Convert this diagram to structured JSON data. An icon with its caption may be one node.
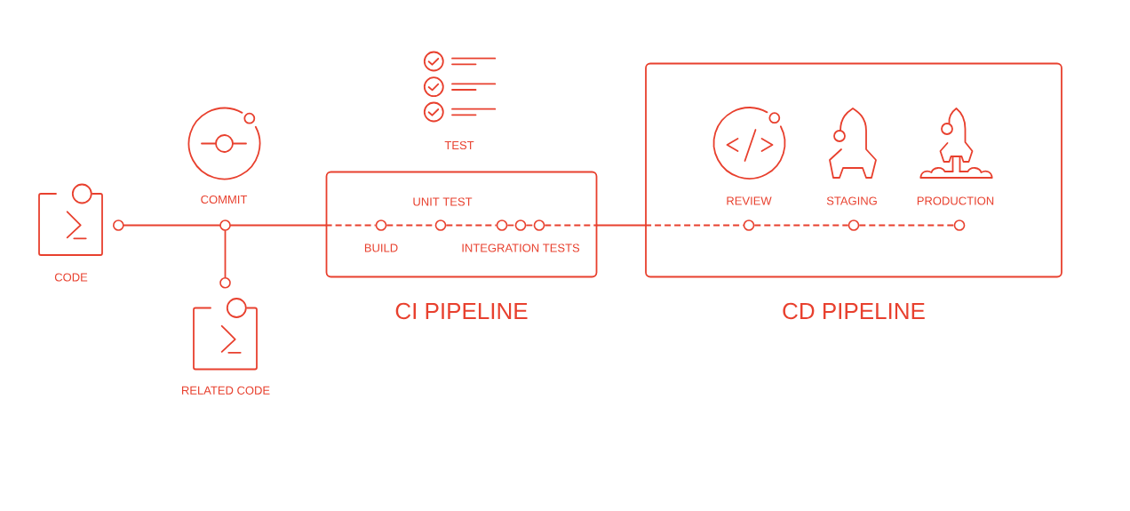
{
  "diagram": {
    "nodes": [
      {
        "text": [],
        "shape": "circle"
      },
      {
        "text": [],
        "shape": "circle",
        "beside": [
          "COMMIT"
        ]
      },
      {
        "text": [],
        "shape": "circle"
      },
      {
        "text": [
          "CI PIPELINE"
        ]
      },
      {
        "text": [],
        "shape": "circle",
        "in": 3,
        "beside": [
          "BUILD"
        ]
      },
      {
        "text": [],
        "shape": "circle",
        "in": 3,
        "beside": [
          "UNIT TEST"
        ]
      },
      {
        "text": [],
        "shape": "circle",
        "in": 3
      },
      {
        "text": [],
        "shape": "circle",
        "in": 3,
        "beside": [
          "INTEGRATION TESTS"
        ]
      },
      {
        "text": [],
        "shape": "circle",
        "in": 3
      },
      {
        "text": [
          "CD PIPELINE"
        ]
      },
      {
        "text": [],
        "shape": "circle",
        "in": 9,
        "beside": [
          "REVIEW"
        ]
      },
      {
        "text": [],
        "shape": "circle",
        "in": 9,
        "beside": [
          "STAGING"
        ]
      },
      {
        "text": [],
        "shape": "circle",
        "in": 9,
        "beside": [
          "PRODUCTION"
        ]
      }
    ],
    "edges": [
      {
        "from": 0,
        "to": 1,
        "arrow": "none"
      },
      {
        "from": 1,
        "to": 2,
        "arrow": "none"
      },
      {
        "from": 1,
        "to": 3,
        "arrow": "none"
      },
      {
        "from": 3,
        "to": 4,
        "arrow": "none",
        "style": "dashed"
      },
      {
        "from": 4,
        "to": 5,
        "arrow": "none",
        "style": "dashed"
      },
      {
        "from": 5,
        "to": 6,
        "arrow": "none",
        "style": "dashed"
      },
      {
        "from": 6,
        "to": 7,
        "arrow": "none",
        "style": "dashed"
      },
      {
        "from": 7,
        "to": 8,
        "arrow": "none",
        "style": "dashed"
      },
      {
        "from": 8,
        "to": 3,
        "arrow": "none",
        "style": "dashed"
      },
      {
        "from": 3,
        "to": 9,
        "arrow": "none"
      },
      {
        "from": 9,
        "to": 10,
        "arrow": "none",
        "style": "dashed"
      },
      {
        "from": 10,
        "to": 11,
        "arrow": "none",
        "style": "dashed"
      },
      {
        "from": 11,
        "to": 12,
        "arrow": "none",
        "style": "dashed"
      }
    ],
    "labels": [
      "TEST",
      "CODE",
      "RELATED CODE"
    ]
  }
}
